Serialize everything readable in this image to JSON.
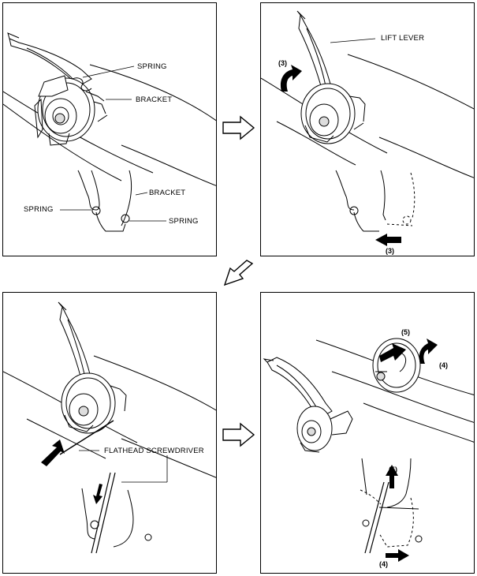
{
  "panels": {
    "p1": {
      "spring_top": "SPRING",
      "bracket_top": "BRACKET",
      "bracket_detail": "BRACKET",
      "spring_left": "SPRING",
      "spring_right": "SPRING"
    },
    "p2": {
      "lift_lever": "LIFT LEVER",
      "step_upper": "(3)",
      "step_lower": "(3)"
    },
    "p3": {
      "screwdriver": "FLATHEAD SCREWDRIVER"
    },
    "p4": {
      "step5_upper": "(5)",
      "step4_upper": "(4)",
      "step5_lower": "(5)",
      "step4_lower": "(4)"
    }
  },
  "icons": {
    "right_arrow_top": "outline-right-arrow-icon",
    "diag_arrow": "outline-down-left-arrow-icon",
    "right_arrow_bottom": "outline-right-arrow-icon"
  }
}
